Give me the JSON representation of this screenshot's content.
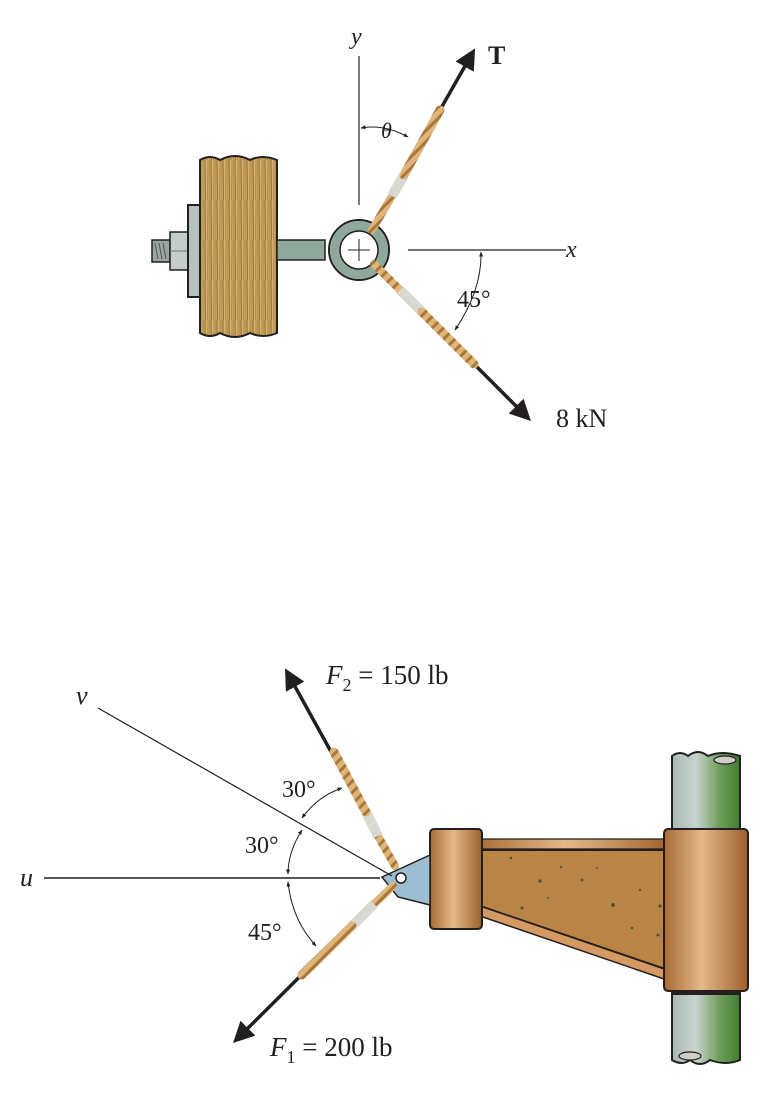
{
  "figures": [
    {
      "id": "eye-bolt",
      "labels": {
        "y_axis": "y",
        "x_axis": "x",
        "tension": "T",
        "theta": "θ",
        "angle_lower": "45°",
        "force_lower": "8 kN"
      }
    },
    {
      "id": "bracket",
      "labels": {
        "v_axis": "v",
        "u_axis": "u",
        "f2_name": "F",
        "f2_sub": "2",
        "f2_value": " = 150 lb",
        "f1_name": "F",
        "f1_sub": "1",
        "f1_value": " = 200 lb",
        "angle_f2_v": "30°",
        "angle_v_u": "30°",
        "angle_u_f1": "45°"
      }
    }
  ],
  "colors": {
    "wood": "#c9a35e",
    "wood_grain": "#8a6a32",
    "steel": "#8fa89c",
    "rope": "#d9aa6c",
    "bracket": "#b8753a",
    "bracket_fill": "#b98445",
    "plate": "#9dbdd0",
    "pipe_left": "#b9c6c2",
    "pipe_right": "#4f8f3e"
  }
}
